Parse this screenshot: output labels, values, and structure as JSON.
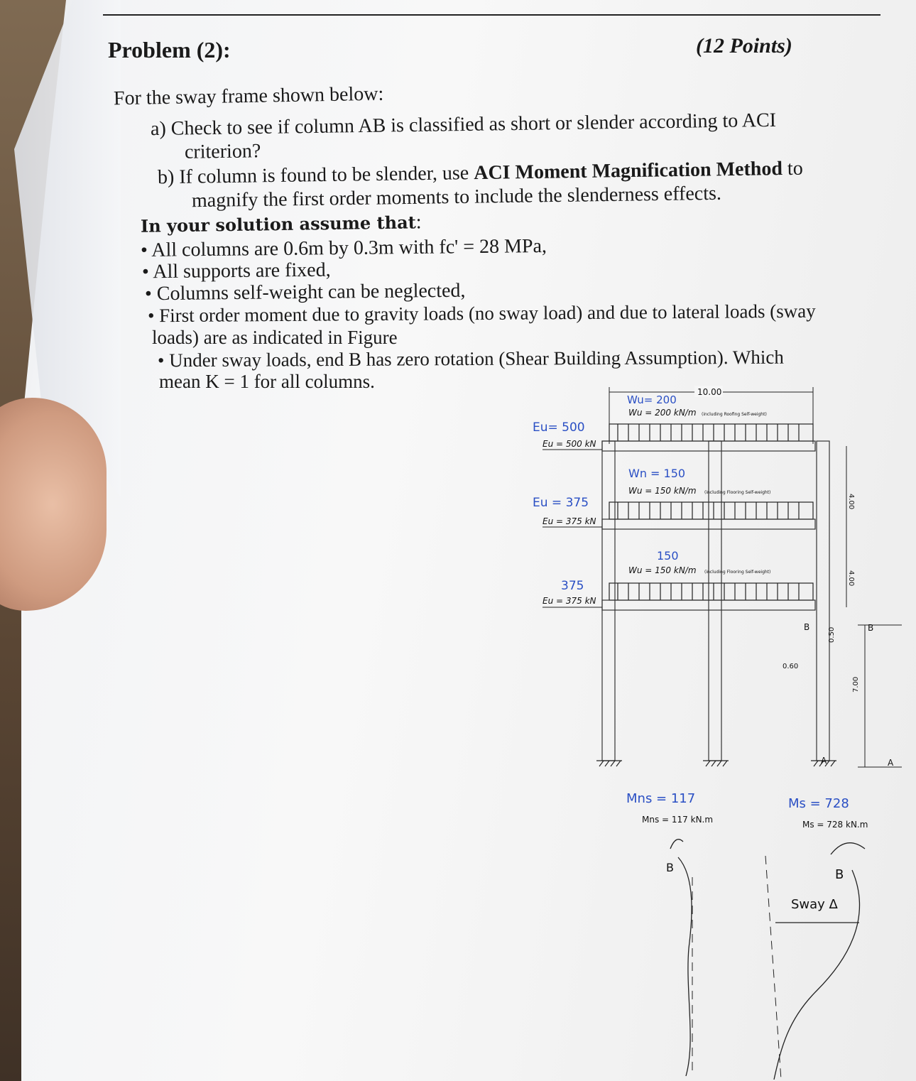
{
  "problem": {
    "title": "Problem (2):",
    "points": "(12 Points)",
    "intro": "For the sway frame shown below:",
    "part_a_marker": "a)",
    "part_a_line1": "Check to see if column AB is classified as short or slender according to ACI",
    "part_a_line2": "criterion?",
    "part_b_marker": "b)",
    "part_b_pre": "If column is found to be slender, use",
    "part_b_bold": "ACI Moment Magnification Method",
    "part_b_post": "to",
    "part_b_line2": "magnify the first order moments to include the slenderness effects.",
    "assume_heading": "In your solution assume that",
    "assume_colon": ":",
    "bullets": [
      "All columns are 0.6m by 0.3m with fc' = 28 MPa,",
      "All supports are fixed,",
      "Columns self-weight can be neglected,",
      "First order moment due to gravity loads (no sway load) and due to lateral loads (sway",
      "loads) are as indicated in Figure",
      "Under sway loads, end B has zero rotation (Shear Building Assumption). Which",
      "mean K = 1 for all columns."
    ]
  },
  "figure": {
    "span": "10.00",
    "roof_load": "Wu = 200 kN/m",
    "roof_note": "(including Roofing Self-weight)",
    "roof_hand": "Wu= 200",
    "floor2_load": "Wu = 150 kN/m",
    "floor2_note": "(including Flooring Self-weight)",
    "floor2_hand": "Wn = 150",
    "floor1_load": "Wu = 150 kN/m",
    "floor1_note": "(including Flooring Self-weight)",
    "floor1_hand": "150",
    "lateral_top": "Eu = 500 kN",
    "lateral_top_hand": "Eu= 500",
    "lateral_mid": "Eu = 375 kN",
    "lateral_mid_hand": "Eu = 375",
    "lateral_bot": "Eu = 375 kN",
    "lateral_bot_hand": "375",
    "dim_story_top": "4.00",
    "dim_story_mid": "4.00",
    "dim_beam": "0.50",
    "dim_col": "0.60",
    "dim_ground": "7.00",
    "node_b": "B",
    "node_a": "A",
    "mns_hand": "Mns = 117",
    "mns_label": "Mns = 117 kN.m",
    "ms_hand": "Ms = 728",
    "ms_label": "Ms = 728 kN.m",
    "sway_label": "Sway Δ"
  }
}
